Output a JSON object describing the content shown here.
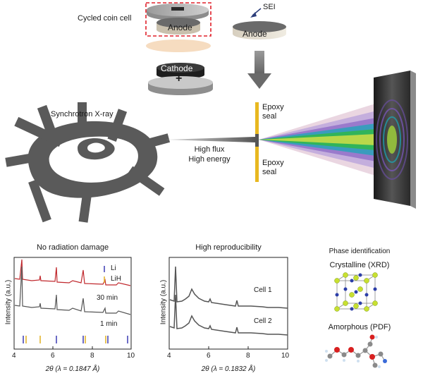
{
  "top": {
    "cycled_coin_cell": "Cycled coin cell",
    "anode": "Anode",
    "cathode": "Cathode",
    "sei": "SEI",
    "anode_right": "Anode",
    "plus": "+",
    "synchrotron": "Synchrotron X-ray",
    "beam_line1": "High flux",
    "beam_line2": "High energy",
    "epoxy_top_1": "Epoxy",
    "epoxy_top_2": "seal",
    "epoxy_bot_1": "Epoxy",
    "epoxy_bot_2": "seal"
  },
  "panel1": {
    "title": "No radiation damage",
    "ylabel": "Intensity (a.u.)",
    "xlabel": "2θ (λ = 0.1847 Å)",
    "xticks": [
      "4",
      "6",
      "8",
      "10"
    ],
    "legend": [
      {
        "name": "Li",
        "color": "#3b3bb3"
      },
      {
        "name": "LiH",
        "color": "#e0b020"
      }
    ],
    "curve_labels": [
      "30 min",
      "1 min"
    ],
    "colors": {
      "top": "#c0282d",
      "bottom": "#555555"
    }
  },
  "panel2": {
    "title": "High reproducibility",
    "ylabel": "Intensity (a.u.)",
    "xlabel": "2θ (λ = 0.1832 Å)",
    "xticks": [
      "4",
      "6",
      "8",
      "10"
    ],
    "curve_labels": [
      "Cell 1",
      "Cell 2"
    ]
  },
  "panel3": {
    "title": "Phase identification",
    "crystalline": "Crystalline (XRD)",
    "amorphous": "Amorphous (PDF)"
  }
}
